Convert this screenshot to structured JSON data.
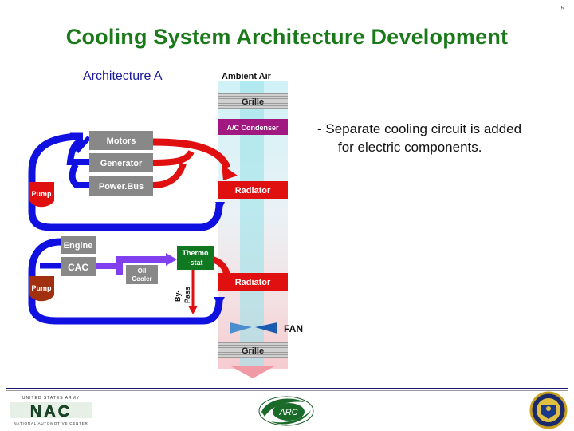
{
  "page_number": "5",
  "title": "Cooling System Architecture Development",
  "architecture_label": "Architecture A",
  "bullet": {
    "line1": "- Separate cooling circuit is added",
    "line2": "for electric components."
  },
  "diagram": {
    "ambient_air": "Ambient Air",
    "grille_top": "Grille",
    "ac_condenser": "A/C Condenser",
    "motors": "Motors",
    "generator": "Generator",
    "powerbus": "Power.Bus",
    "radiator_1": "Radiator",
    "pump_1": "Pump",
    "engine": "Engine",
    "cac": "CAC",
    "oil_cooler_1": "Oil",
    "oil_cooler_2": "Cooler",
    "thermostat_1": "Thermo",
    "thermostat_2": "-stat",
    "bypass_1": "By-",
    "bypass_2": "Pass",
    "radiator_2": "Radiator",
    "pump_2": "Pump",
    "fan": "FAN",
    "grille_bottom": "Grille"
  },
  "footer": {
    "nac_top": "UNITED STATES ARMY",
    "nac_logo": "NAC",
    "nac_bottom": "NATIONAL AUTOMOTIVE CENTER",
    "arc_logo": "ARC"
  },
  "colors": {
    "title_green": "#1a7a1a",
    "label_blue": "#1a1aa0",
    "loop_blue": "#1010e0",
    "loop_red": "#e01010",
    "purple": "#8040f0",
    "magenta": "#b01090",
    "green_box": "#107820"
  }
}
